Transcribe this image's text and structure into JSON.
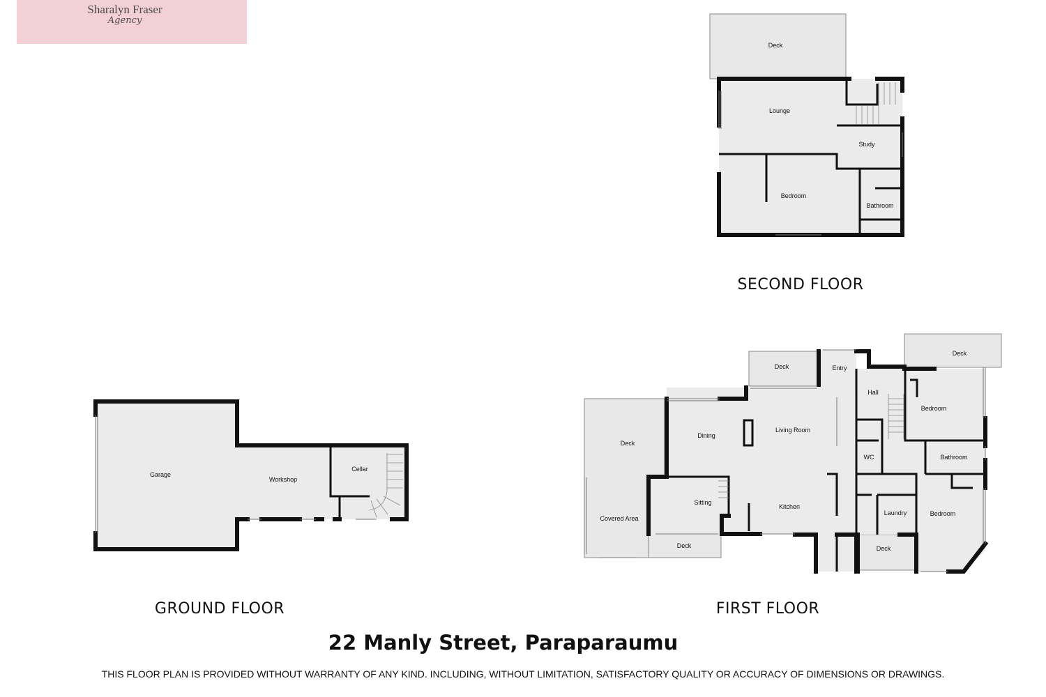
{
  "logo": {
    "brand": "Sharalyn Fraser",
    "tagline": "Agency",
    "background": "#f2d0d5"
  },
  "floors": {
    "second": {
      "label": "SECOND FLOOR",
      "rooms": {
        "deck": "Deck",
        "lounge": "Lounge",
        "study": "Study",
        "bedroom": "Bedroom",
        "bathroom": "Bathroom"
      }
    },
    "ground": {
      "label": "GROUND FLOOR",
      "rooms": {
        "garage": "Garage",
        "workshop": "Workshop",
        "cellar": "Cellar"
      }
    },
    "first": {
      "label": "FIRST FLOOR",
      "rooms": {
        "deck_top": "Deck",
        "entry": "Entry",
        "deck_right": "Deck",
        "hall": "Hall",
        "bedroom_1": "Bedroom",
        "deck_left": "Deck",
        "dining": "Dining",
        "living_room": "Living Room",
        "wc": "WC",
        "bathroom": "Bathroom",
        "sitting": "Sitting",
        "covered_area": "Covered Area",
        "kitchen": "Kitchen",
        "laundry": "Laundry",
        "bedroom_2": "Bedroom",
        "deck_bottom_left": "Deck",
        "deck_bottom_right": "Deck"
      }
    }
  },
  "address": "22 Manly Street, Paraparaumu",
  "disclaimer": "THIS FLOOR PLAN IS PROVIDED WITHOUT WARRANTY OF ANY KIND. INCLUDING, WITHOUT LIMITATION,  SATISFACTORY QUALITY OR ACCURACY OF DIMENSIONS OR DRAWINGS.",
  "colors": {
    "wall": "#111111",
    "floor_fill": "#ebebeb",
    "deck_fill": "#e8e8e8"
  }
}
